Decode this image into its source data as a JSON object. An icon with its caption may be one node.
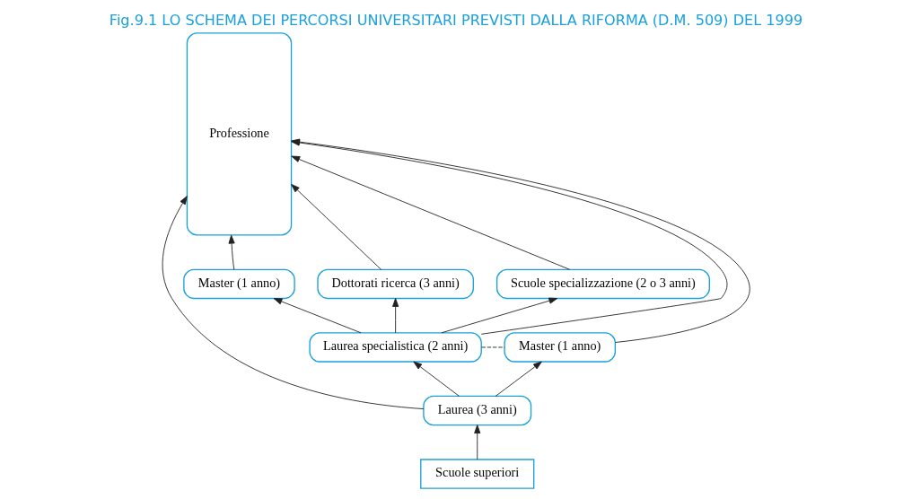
{
  "diagram": {
    "title": "Fig.9.1 LO SCHEMA DEI PERCORSI UNIVERSITARI PREVISTI DALLA RIFORMA (D.M. 509) DEL 1999",
    "nodes": [
      {
        "text": [
          "Master (1 anno)"
        ]
      },
      {
        "text": [
          "Dottorati ricerca (3 anni)"
        ]
      },
      {
        "text": [
          "Scuole specializzazione (2 o 3 anni)"
        ]
      },
      {
        "text": [
          "Professione"
        ]
      },
      {
        "text": [
          "Laurea specialistica (2 anni)"
        ]
      },
      {
        "text": [
          "Master (1 anno)"
        ]
      },
      {
        "text": [
          "Laurea (3 anni)"
        ]
      },
      {
        "text": [
          "Scuole superiori"
        ]
      }
    ],
    "edges": [
      {
        "from": 0,
        "to": 3,
        "arrow": "to"
      },
      {
        "from": 1,
        "to": 3,
        "arrow": "to"
      },
      {
        "from": 2,
        "to": 3,
        "arrow": "to"
      },
      {
        "from": 4,
        "to": 0,
        "arrow": "to"
      },
      {
        "from": 4,
        "to": 1,
        "arrow": "to"
      },
      {
        "from": 4,
        "to": 2,
        "arrow": "to"
      },
      {
        "from": 4,
        "to": 3,
        "arrow": "to"
      },
      {
        "from": 4,
        "to": 5,
        "arrow": "none",
        "style": "dashed"
      },
      {
        "from": 5,
        "to": 3,
        "arrow": "to"
      },
      {
        "from": 6,
        "to": 4,
        "arrow": "to"
      },
      {
        "from": 6,
        "to": 5,
        "arrow": "to"
      },
      {
        "from": 6,
        "to": 3,
        "arrow": "to"
      },
      {
        "from": 7,
        "to": 6,
        "arrow": "to"
      }
    ]
  }
}
